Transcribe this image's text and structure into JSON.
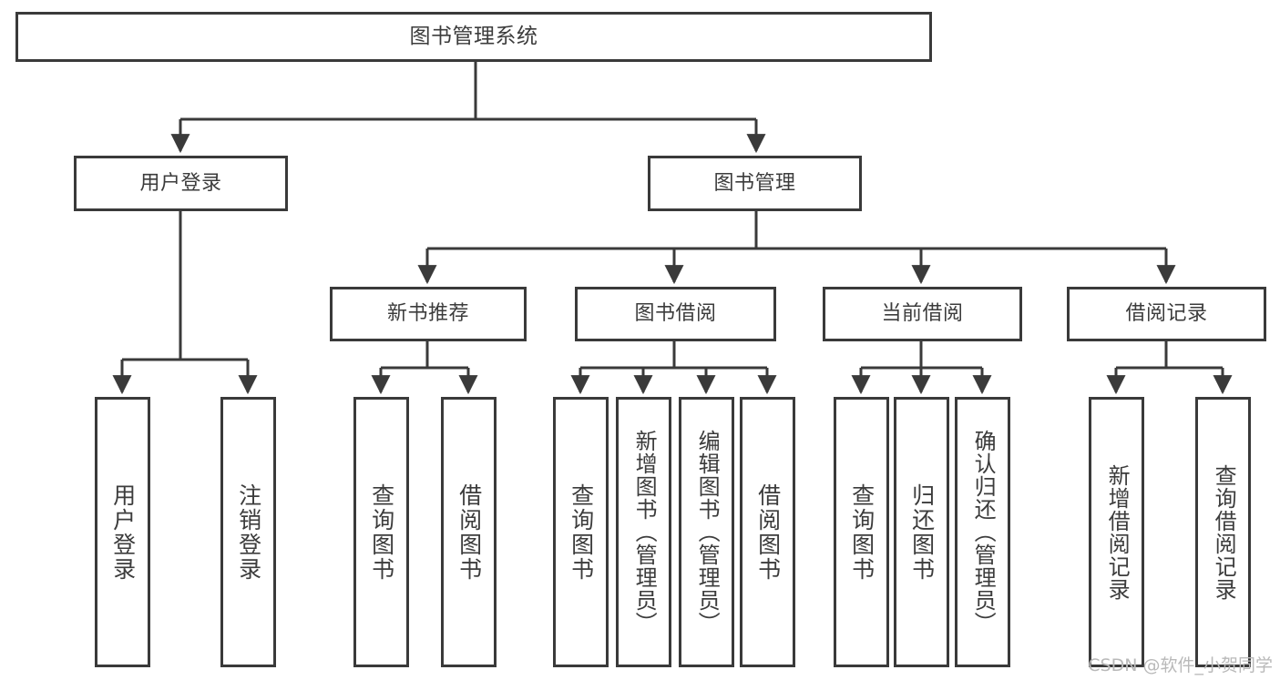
{
  "diagram": {
    "type": "tree-hierarchy-chart",
    "title": "图书管理系统",
    "stroke_color": "#3a3a3a",
    "text_color": "#3c3c3c",
    "background": "#ffffff",
    "watermark": "CSDN @软件_小贺同学"
  },
  "nodes": {
    "root": {
      "label": "图书管理系统"
    },
    "level2": [
      {
        "label": "用户登录"
      },
      {
        "label": "图书管理"
      }
    ],
    "level3": [
      {
        "label": "新书推荐"
      },
      {
        "label": "图书借阅"
      },
      {
        "label": "当前借阅"
      },
      {
        "label": "借阅记录"
      }
    ],
    "leaves": {
      "user_login": [
        {
          "label": "用户登录"
        },
        {
          "label": "注销登录"
        }
      ],
      "new_book_recommend": [
        {
          "label": "查询图书"
        },
        {
          "label": "借阅图书"
        }
      ],
      "book_borrow": [
        {
          "label": "查询图书"
        },
        {
          "label": "新增图书（管理员）"
        },
        {
          "label": "编辑图书（管理员）"
        },
        {
          "label": "借阅图书"
        }
      ],
      "current_borrow": [
        {
          "label": "查询图书"
        },
        {
          "label": "归还图书"
        },
        {
          "label": "确认归还（管理员）"
        }
      ],
      "borrow_record": [
        {
          "label": "新增借阅记录"
        },
        {
          "label": "查询借阅记录"
        }
      ]
    }
  }
}
